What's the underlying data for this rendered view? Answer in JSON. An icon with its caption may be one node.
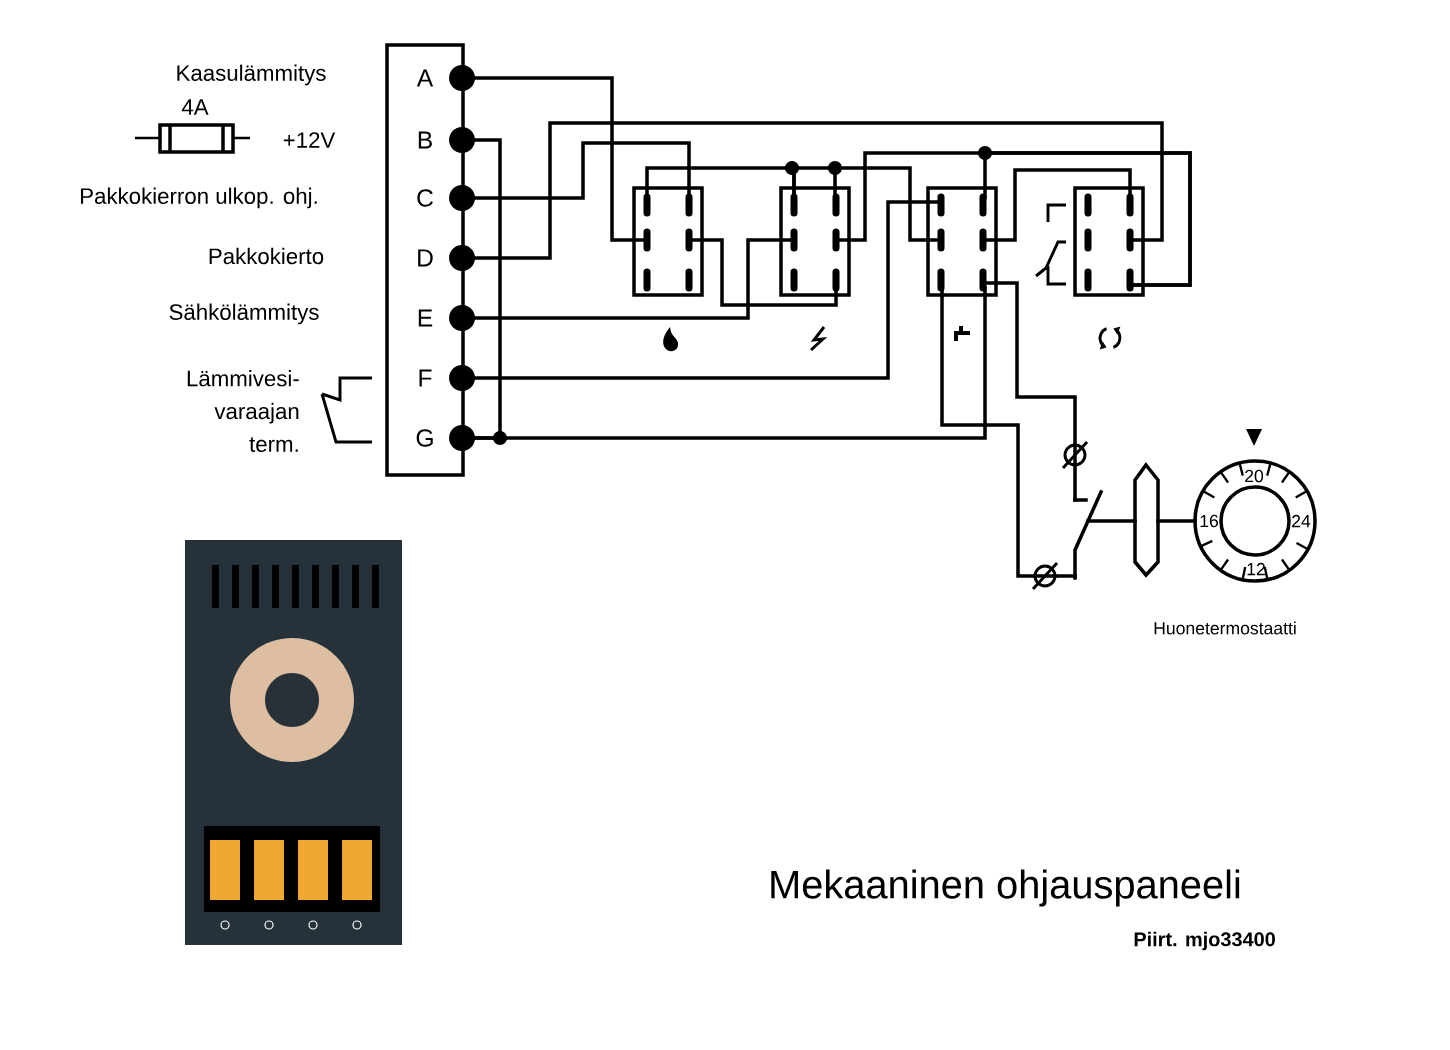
{
  "diagram": {
    "title": "Mekaaninen ohjauspaneeli",
    "caption": "Piirt. mjo33400",
    "nodes": [
      {
        "text": [],
        "shape": "box"
      },
      {
        "text": [
          "A"
        ],
        "in": 0
      },
      {
        "text": [
          "B"
        ],
        "in": 0
      },
      {
        "text": [
          "C"
        ],
        "in": 0
      },
      {
        "text": [
          "D"
        ],
        "in": 0
      },
      {
        "text": [
          "E"
        ],
        "in": 0
      },
      {
        "text": [
          "F"
        ],
        "in": 0
      },
      {
        "text": [
          "G"
        ],
        "in": 0
      },
      {
        "text": [],
        "shape": "box"
      },
      {
        "text": [],
        "shape": "box"
      },
      {
        "text": [],
        "shape": "box"
      },
      {
        "text": [],
        "shape": "box"
      },
      {
        "text": [],
        "shape": "switch"
      },
      {
        "text": [],
        "shape": "circle",
        "beside": [
          "Huonetermostaatti"
        ]
      },
      {
        "text": [],
        "shape": "hexagon"
      }
    ],
    "edges": [
      {
        "from": 1,
        "to": 8,
        "arrow": "none"
      },
      {
        "from": 2,
        "to": 7,
        "arrow": "none"
      },
      {
        "from": 3,
        "to": 8,
        "arrow": "none"
      },
      {
        "from": 4,
        "to": 11,
        "arrow": "none"
      },
      {
        "from": 5,
        "to": 9,
        "arrow": "none"
      },
      {
        "from": 8,
        "to": 9,
        "arrow": "none"
      },
      {
        "from": 8,
        "to": 9,
        "arrow": "none"
      },
      {
        "from": 9,
        "to": 10,
        "arrow": "none"
      },
      {
        "from": 6,
        "to": 10,
        "arrow": "none"
      },
      {
        "from": 7,
        "to": 10,
        "arrow": "none"
      },
      {
        "from": 9,
        "to": 11,
        "arrow": "none"
      },
      {
        "from": 10,
        "to": 11,
        "arrow": "none"
      },
      {
        "from": 10,
        "to": 11,
        "arrow": "none"
      },
      {
        "from": 10,
        "to": 12,
        "arrow": "none"
      },
      {
        "from": 10,
        "to": 12,
        "arrow": "none"
      },
      {
        "from": 12,
        "to": 14,
        "arrow": "none"
      },
      {
        "from": 14,
        "to": 13,
        "arrow": "none"
      }
    ],
    "labels": [
      "Kaasulämmitys",
      "4A",
      "+12V",
      "Pakkokierron ulkop. ohj.",
      "Pakkokierto",
      "Sähkölämmitys",
      "Lämmivesi- varaajan term.",
      "20",
      "16",
      "24",
      "12"
    ]
  }
}
